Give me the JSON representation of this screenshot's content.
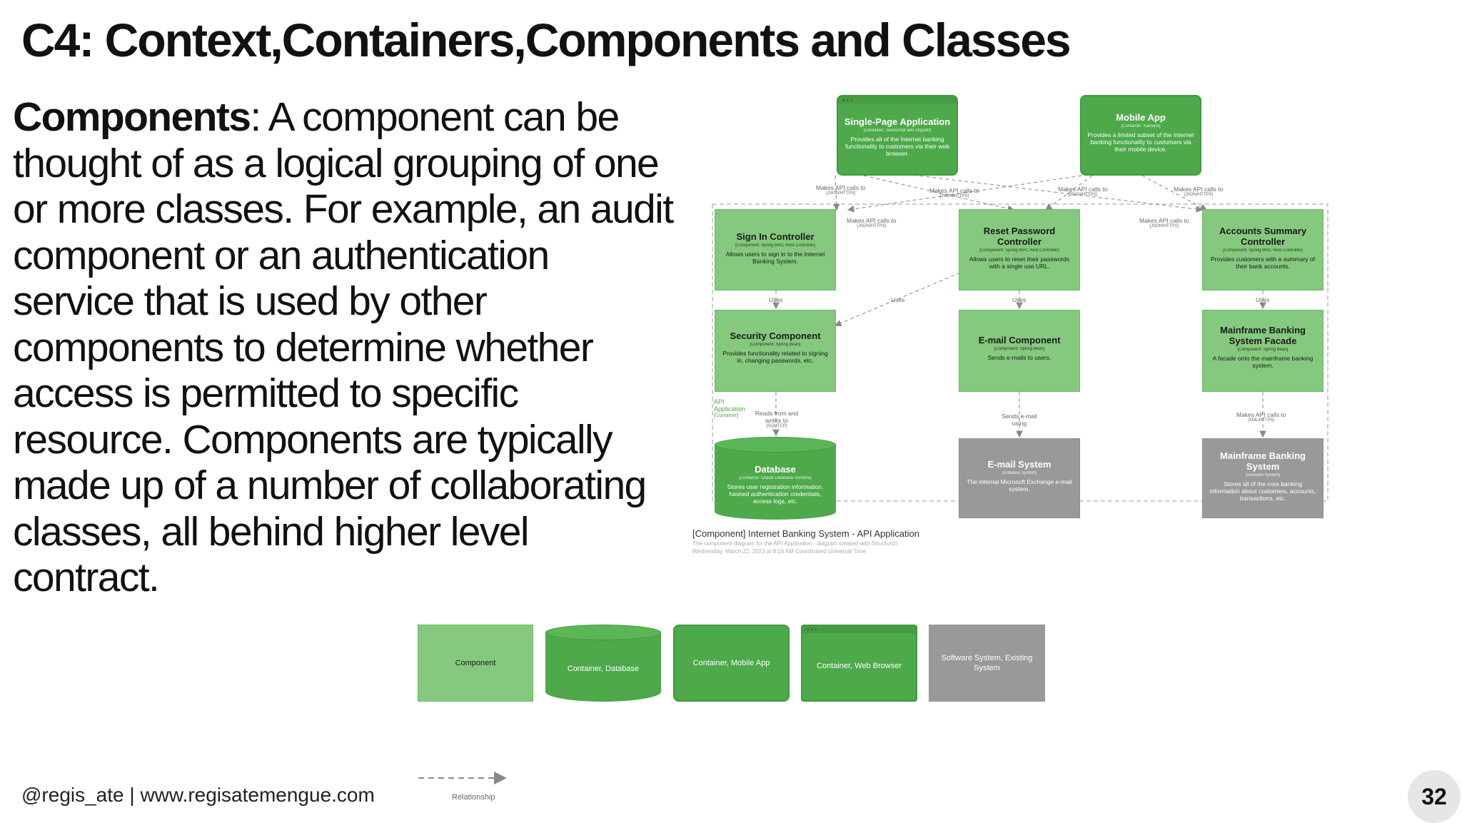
{
  "title": "C4: Context,Containers,Components and Classes",
  "body": {
    "term": "Components",
    "text": ": A component can be thought of as a logical grouping of one or more  classes. For example, an audit component or an authentication service that is used by other components to determine whether access is permitted to specific resource. Components are typically made up of a number of collaborating classes, all behind higher level  contract."
  },
  "diagram": {
    "nodes": {
      "spa": {
        "name": "Single-Page Application",
        "type": "[Container: JavaScript and Angular]",
        "desc": "Provides all of the Internet banking functionality to customers via their web browser."
      },
      "mobile": {
        "name": "Mobile App",
        "type": "[Container: Xamarin]",
        "desc": "Provides a limited subset of the Internet banking functionality to customers via their mobile device."
      },
      "signin": {
        "name": "Sign In Controller",
        "type": "[Component: Spring MVC Rest Controller]",
        "desc": "Allows users to sign in to the Internet Banking System."
      },
      "reset": {
        "name": "Reset Password Controller",
        "type": "[Component: Spring MVC Rest Controller]",
        "desc": "Allows users to reset their passwords with a single use URL."
      },
      "accounts": {
        "name": "Accounts Summary Controller",
        "type": "[Component: Spring MVC Rest Controller]",
        "desc": "Provides customers with a summary of their bank accounts."
      },
      "security": {
        "name": "Security Component",
        "type": "[Component: Spring Bean]",
        "desc": "Provides functionality related to signing in, changing passwords, etc."
      },
      "email": {
        "name": "E-mail Component",
        "type": "[Component: Spring Bean]",
        "desc": "Sends e-mails to users."
      },
      "facade": {
        "name": "Mainframe Banking System Facade",
        "type": "[Component: Spring Bean]",
        "desc": "A facade onto the mainframe banking system."
      },
      "database": {
        "name": "Database",
        "type": "[Container: Oracle Database Schema]",
        "desc": "Stores user registration information, hashed authentication credentials, access logs, etc."
      },
      "emailsys": {
        "name": "E-mail System",
        "type": "[Software System]",
        "desc": "The internal Microsoft Exchange e-mail system."
      },
      "mainframe": {
        "name": "Mainframe Banking System",
        "type": "[Software System]",
        "desc": "Stores all of the core banking information about customers, accounts, transactions, etc."
      }
    },
    "edges": {
      "api1": {
        "label": "Makes API calls to",
        "tech": "[JSON/HTTPS]"
      },
      "api2": {
        "label": "Makes API calls to",
        "tech": "[JSON/HTTPS]"
      },
      "api3": {
        "label": "Makes API calls to",
        "tech": "[JSON/HTTPS]"
      },
      "api4": {
        "label": "Makes API calls to",
        "tech": "[JSON/HTTPS]"
      },
      "api5": {
        "label": "Makes API calls to",
        "tech": "[JSON/HTTPS]"
      },
      "api6": {
        "label": "Makes API calls to",
        "tech": "[JSON/HTTPS]"
      },
      "uses1": {
        "label": "Uses"
      },
      "uses2": {
        "label": "Uses"
      },
      "uses3": {
        "label": "Uses"
      },
      "uses4": {
        "label": "Uses"
      },
      "db": {
        "label": "Reads from and writes to",
        "tech": "[SQL/TCP]"
      },
      "mail": {
        "label": "Sends e-mail using"
      },
      "mf": {
        "label": "Makes API calls to",
        "tech": "[XML/HTTPS]"
      }
    },
    "boundary": {
      "name": "API Application",
      "type": "[Container]"
    },
    "caption": "[Component] Internet Banking System - API Application",
    "subcaption1": "The component diagram for the API Application - diagram created with Structurizr.",
    "subcaption2": "Wednesday, March 22, 2023 at 8:16 AM Coordinated Universal Time"
  },
  "legend": {
    "component": "Component",
    "database": "Container, Database",
    "mobile": "Container, Mobile App",
    "browser": "Container, Web Browser",
    "software": "Software System, Existing System",
    "relationship": "Relationship"
  },
  "footer": "@regis_ate | www.regisatemengue.com",
  "page_number": "32",
  "colors": {
    "component": "#85c97e",
    "container": "#4da94a",
    "external": "#999999"
  }
}
